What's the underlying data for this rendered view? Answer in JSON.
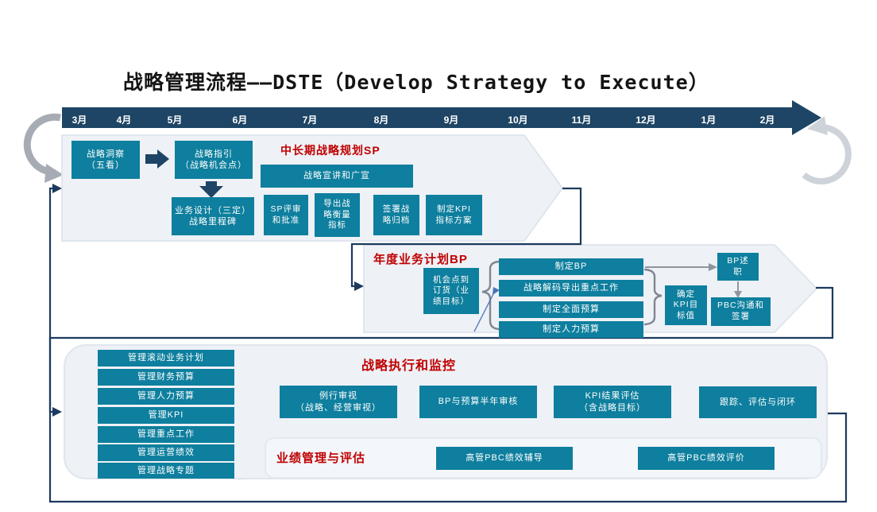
{
  "title": "战略管理流程——DSTE（Develop Strategy to Execute）",
  "timeline": {
    "months": [
      "3月",
      "4月",
      "5月",
      "6月",
      "7月",
      "8月",
      "9月",
      "10月",
      "11月",
      "12月",
      "1月",
      "2月"
    ]
  },
  "sp": {
    "title": "中长期战略规划SP",
    "insight": "战略洞察\n（五看）",
    "guide": "战略指引\n（战略机会点）",
    "design": "业务设计（三定）\n战略里程碑",
    "promote": "战略宣讲和广宣",
    "review": "SP评审\n和批准",
    "metrics": "导出战\n略衡量\n指标",
    "archive": "签署战\n略归档",
    "kpi_plan": "制定KPI\n指标方案"
  },
  "bp": {
    "title": "年度业务计划BP",
    "opportunity": "机会点到\n订货（业\n绩目标）",
    "make_bp": "制定BP",
    "decode": "战略解码导出重点工作",
    "budget": "制定全面预算",
    "hr_budget": "制定人力预算",
    "kpi_target": "确定\nKPI目\n标值",
    "bp_report": "BP述\n职",
    "pbc_sign": "PBC沟通和\n签署"
  },
  "exec": {
    "title": "战略执行和监控",
    "manage_items": [
      "管理滚动业务计划",
      "管理财务预算",
      "管理人力预算",
      "管理KPI",
      "管理重点工作",
      "管理运营绩效",
      "管理战略专题"
    ],
    "routine_review": "例行审视\n（战略、经营审视）",
    "half_year": "BP与预算半年审核",
    "kpi_eval": "KPI结果评估\n（含战略目标）",
    "tracking": "跟踪、评估与闭环"
  },
  "perf": {
    "title": "业绩管理与评估",
    "coaching": "高管PBC绩效辅导",
    "evaluation": "高管PBC绩效评价"
  },
  "colors": {
    "teal_box": "#0e7f9e",
    "timeline_navy": "#1e4565",
    "connector_navy": "#1c3a5e",
    "title_red": "#c00000",
    "panel_gray": "#eef1f6",
    "arrow_gray": "#8f959e"
  }
}
